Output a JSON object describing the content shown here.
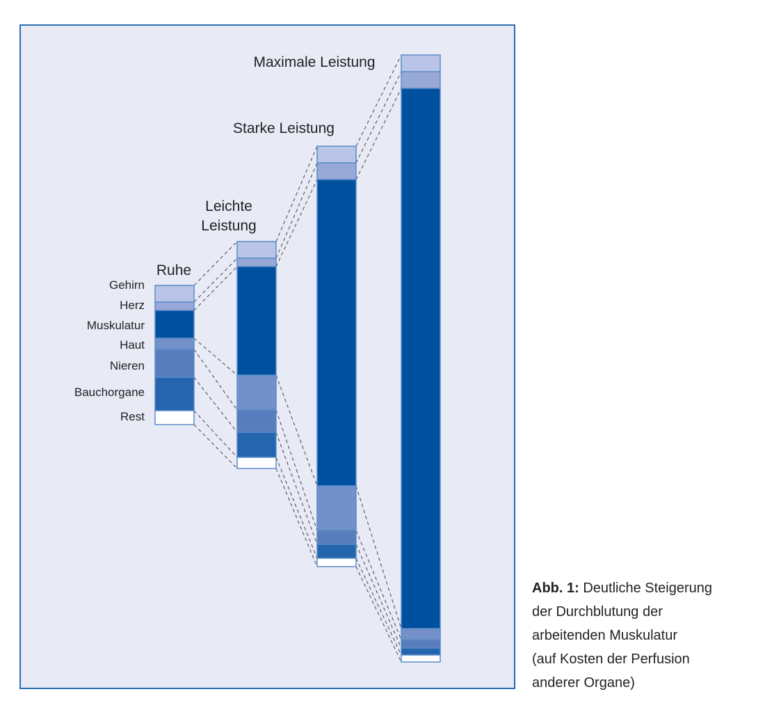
{
  "chart_data": {
    "type": "bar",
    "subtype": "stacked-bar-comparison",
    "unit": "relative blood flow (estimated)",
    "categories": [
      "Ruhe",
      "Leichte Leistung",
      "Starke Leistung",
      "Maximale Leistung"
    ],
    "organs": [
      "Gehirn",
      "Herz",
      "Muskulatur",
      "Haut",
      "Nieren",
      "Bauchorgane",
      "Rest"
    ],
    "colors": [
      "#bac4e6",
      "#98a9d8",
      "#0050a0",
      "#7390c8",
      "#587cbc",
      "#2565ae",
      "#ffffff"
    ],
    "series": [
      {
        "name": "Ruhe",
        "values": [
          0.6,
          0.3,
          1.0,
          0.4,
          1.0,
          1.2,
          0.5
        ]
      },
      {
        "name": "Leichte Leistung",
        "values": [
          0.6,
          0.3,
          3.9,
          1.25,
          0.8,
          0.9,
          0.4
        ]
      },
      {
        "name": "Starke Leistung",
        "values": [
          0.6,
          0.6,
          11.0,
          1.6,
          0.5,
          0.5,
          0.3
        ]
      },
      {
        "name": "Maximale Leistung",
        "values": [
          0.6,
          0.6,
          19.4,
          0.4,
          0.3,
          0.25,
          0.25
        ]
      }
    ]
  },
  "labels": {
    "ruhe": "Ruhe",
    "leichte_1": "Leichte",
    "leichte_2": "Leistung",
    "starke": "Starke Leistung",
    "maximale": "Maximale Leistung"
  },
  "caption": {
    "prefix": "Abb. 1:",
    "lines": [
      "Deutliche Steigerung",
      "der Durchblutung der",
      "arbeitenden Muskulatur",
      "(auf Kosten der Perfusion",
      "anderer Organe)"
    ]
  }
}
